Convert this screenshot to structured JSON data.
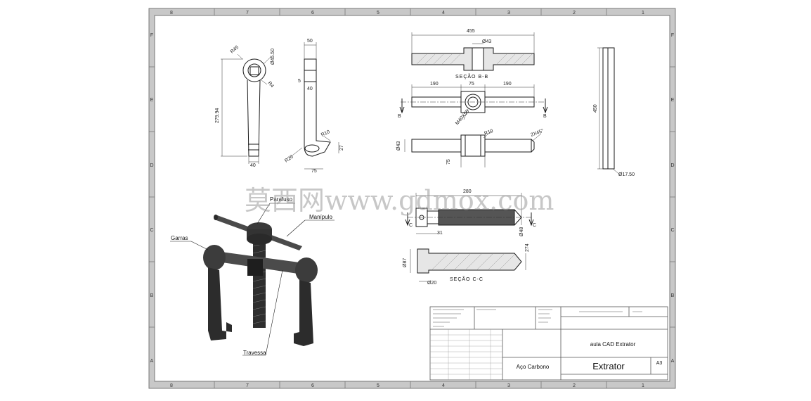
{
  "sheet": {
    "zones_top": [
      "8",
      "7",
      "6",
      "5",
      "4",
      "3",
      "2",
      "1"
    ],
    "zones_side": [
      "F",
      "E",
      "D",
      "C",
      "B",
      "A"
    ]
  },
  "watermark": "莫西网www.gdmox.com",
  "assembly_labels": {
    "parafuso": "Parafuso",
    "manipulo": "Manípulo",
    "garras": "Garras",
    "travessa": "Travessa"
  },
  "dimensions": {
    "garra_front": [
      "R45",
      "Ø45.50",
      "R4",
      "279.94",
      "40"
    ],
    "garra_side": [
      "50",
      "5",
      "40",
      "R10",
      "R20",
      "27",
      "75"
    ],
    "travessa": [
      "455",
      "Ø43",
      "190",
      "75",
      "190",
      "M40X50",
      "R10",
      "2X45°",
      "Ø43",
      "75"
    ],
    "manipulo": [
      "450",
      "Ø17.50"
    ],
    "parafuso": [
      "280",
      "31",
      "Ø48",
      "Ø87",
      "274",
      "Ø20"
    ]
  },
  "section_labels": {
    "bb": "SEÇÃO B-B",
    "cc": "SEÇÃO C-C",
    "arrow_b": "B",
    "arrow_c": "C"
  },
  "title_block": {
    "drawing_title": "aula CAD Extrator",
    "material": "Aço Carbono",
    "part_name": "Extrator",
    "sheet_size": "A3"
  },
  "colors": {
    "line": "#1a1a1a",
    "border": "#777777",
    "zone_strip": "#c8c8c8"
  }
}
